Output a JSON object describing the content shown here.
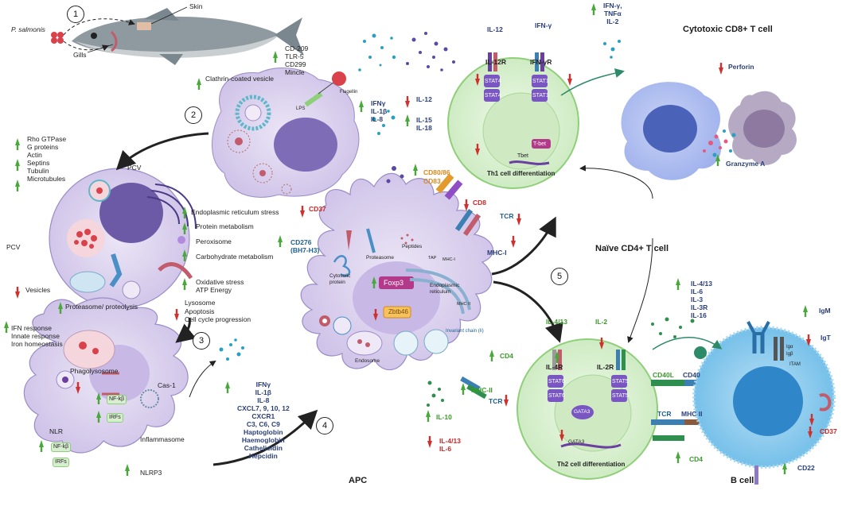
{
  "steps": [
    "1",
    "2",
    "3",
    "4",
    "5"
  ],
  "fish": {
    "pathogen": "P. salmonis",
    "skin": "Skin",
    "gills": "Gills"
  },
  "top_cell": {
    "vesicle": "Clathrin-coated vesicle",
    "receptors": [
      "CD-209",
      "TLR-5",
      "CD299",
      "Mincle"
    ],
    "lps": "LPS",
    "flagellin": "Flagellin",
    "cytokines": [
      "IFNγ",
      "IL-1β",
      "IL-8"
    ]
  },
  "pcv_cell": {
    "cytoskeleton": [
      "Rho GTPase",
      "G proteins",
      "Actin",
      "Septins",
      "Tubulin",
      "Microtubules"
    ],
    "pcv": "PCV",
    "pcv_left": "PCV",
    "processes": [
      "Endoplasmic reticulum stress",
      "Protein metabolism",
      "Peroxisome",
      "Carbohydrate metabolism",
      "Oxidative stress",
      "ATP Energy"
    ],
    "vesicles": "Vesicles",
    "lysosome": "Lysosome",
    "apoptosis": [
      "Apoptosis",
      "Cell cycle progression"
    ],
    "proteasome": "Proteasome/ proteolysis"
  },
  "macrophage": {
    "responses": [
      "IFN response",
      "Innate response",
      "Iron homeostasis"
    ],
    "phagolysosome": "Phagolysosome",
    "cas1": "Cas-1",
    "nfkb": "NF-kβ",
    "irfs": "IRFs",
    "nlr": "NLR",
    "nlrp3": "NLRP3",
    "inflammasome": "Inflammasome",
    "nfkb2": "NF-kβ",
    "irfs2": "IRFs",
    "secreted": [
      "IFNγ",
      "IL-1β",
      "IL-8",
      "CXCL7, 9, 10, 12",
      "CXCR1",
      "C3, C6, C9",
      "Haptoglobin",
      "Haemoglobin",
      "Cathelicidin",
      "Hepcidin"
    ]
  },
  "apc": {
    "name": "APC",
    "cd37": "CD37",
    "cd276": [
      "CD276",
      "(BH7-H3)"
    ],
    "cytosolic": [
      "Cytosolic",
      "protein"
    ],
    "proteasome": "Proteasome",
    "peptides": "Peptides",
    "tap": "TAP",
    "mhci_small": "MHC-I",
    "foxp3": "Foxp3",
    "zbtb": "Zbtb46",
    "er": [
      "Endoplasmic",
      "reticulum"
    ],
    "mhcii_small": "MHC II",
    "invariant": "Invariant chain (Ii)",
    "endosome": "Endosome",
    "cd80": "CD80/86",
    "cd83": "CD83",
    "il12": "IL-12",
    "il15": [
      "IL-15",
      "IL-18"
    ],
    "cd8": "CD8",
    "tcr": "TCR",
    "mhci": "MHC-I",
    "cd4": "CD4",
    "mhcii": "MHC-II",
    "tcr2": "TCR",
    "il10": "IL-10",
    "il413": [
      "IL-4/13",
      "IL-6"
    ]
  },
  "th1": {
    "il12": "IL-12",
    "il12r": "IL-12R",
    "ifng": "IFN-γ",
    "ifngr": "IFN-γR",
    "stat4": "STAT4",
    "stat1": "STAT1",
    "tbet": "T-bet",
    "tbet_gene": "Tbet",
    "title": "Th1 cell differentiation",
    "out": [
      "IFN-γ,",
      "TNFα",
      "IL-2"
    ]
  },
  "cd8": {
    "title": "Cytotoxic CD8+ T cell",
    "perforin": "Perforin",
    "granzyme": "Granzyme A"
  },
  "naive": "Naïve CD4+ T cell",
  "th2": {
    "il413": "IL-4/13",
    "il2": "IL-2",
    "il4r": "IL-4R",
    "il2r": "IL-2R",
    "stat6": "STAT6",
    "stat5": "STAT5",
    "gata3": "GATA3",
    "gata3_gene": "GATA3",
    "title": "Th2 cell differentiation",
    "out": [
      "IL-4/13",
      "IL-6",
      "IL-3",
      "IL-3R",
      "IL-16"
    ],
    "cd40l": "CD40L",
    "cd40": "CD40",
    "tcr": "TCR",
    "mhcii": "MHC II",
    "cd4": "CD4"
  },
  "bcell": {
    "name": "B cell",
    "igm": "IgM",
    "igt": "IgT",
    "iga": "Igα",
    "igb": "Igβ",
    "itam": "ITAM",
    "cd37": "CD37",
    "cd22": "CD22"
  }
}
